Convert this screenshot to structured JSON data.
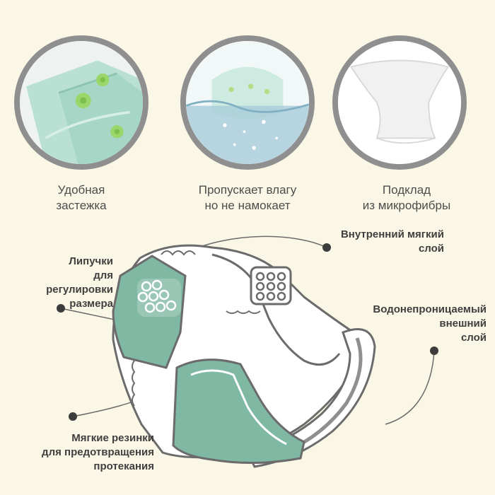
{
  "features": [
    {
      "line1": "Удобная",
      "line2": "застежка",
      "icon": "snap-closeup-icon"
    },
    {
      "line1": "Пропускает влагу",
      "line2": "но не намокает",
      "icon": "water-splash-icon"
    },
    {
      "line1": "Подклад",
      "line2": "из микрофибры",
      "icon": "white-liner-icon"
    }
  ],
  "labels": {
    "velcro": {
      "line1": "Липучки",
      "line2": "для регулировки",
      "line3": "размера"
    },
    "elastic": {
      "line1": "Мягкие резинки",
      "line2": "для предотвращения",
      "line3": "протекания"
    },
    "inner": {
      "line1": "Внутренний мягкий",
      "line2": "слой"
    },
    "outer": {
      "line1": "Водонепроницаемый",
      "line2": "внешний",
      "line3": "слой"
    }
  },
  "colors": {
    "background": "#fbf7e6",
    "mint": "#7fb8a3",
    "circle_border": "#8f8f8f",
    "outline": "#6b6b6b",
    "dot": "#3c3c3c"
  }
}
